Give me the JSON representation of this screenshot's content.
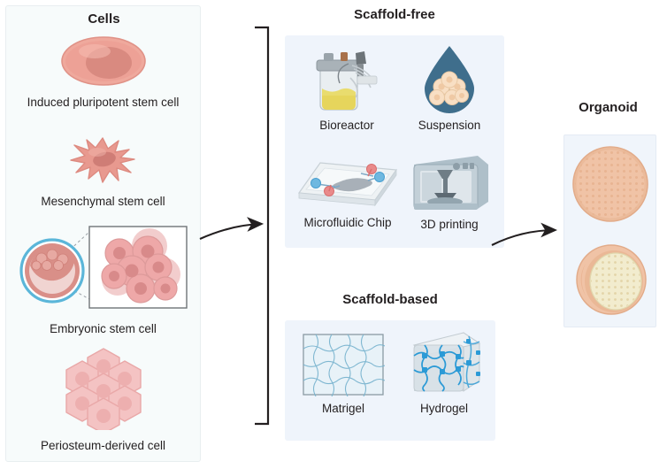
{
  "figure": {
    "type": "workflow-diagram",
    "background": "#ffffff",
    "accents": {
      "panel_bg_blue": "#eff4fb",
      "panel_bg_mint": "#f7fbfb",
      "cell_pink": "#e9a0a0",
      "cell_pink_dark": "#d98a8a",
      "organoid_peach": "#eec0a4",
      "droplet_blue": "#3f6e8c",
      "hydrogel_blue": "#2b9ad6",
      "arrow_black": "#231f20"
    }
  },
  "cells": {
    "title": "Cells",
    "items": [
      {
        "label": "Induced pluripotent stem cell",
        "icon": "oval-cell-icon"
      },
      {
        "label": "Mesenchymal stem cell",
        "icon": "star-shaped-cell-icon"
      },
      {
        "label": "Embryonic stem cell",
        "icon": "blastocyst-with-inset-icon"
      },
      {
        "label": "Periosteum-derived cell",
        "icon": "hexagonal-cell-cluster-icon"
      }
    ]
  },
  "scaffold_free": {
    "title": "Scaffold-free",
    "items": [
      {
        "label": "Bioreactor",
        "icon": "bioreactor-icon"
      },
      {
        "label": "Suspension",
        "icon": "droplet-icon"
      },
      {
        "label": "Microfluidic Chip",
        "icon": "microfluidic-chip-icon"
      },
      {
        "label": "3D printing",
        "icon": "3d-printer-icon"
      }
    ]
  },
  "scaffold_based": {
    "title": "Scaffold-based",
    "items": [
      {
        "label": "Matrigel",
        "icon": "matrigel-mesh-icon"
      },
      {
        "label": "Hydrogel",
        "icon": "hydrogel-cube-icon"
      }
    ]
  },
  "organoid": {
    "title": "Organoid",
    "items": [
      {
        "label": "",
        "icon": "organoid-sphere-icon"
      },
      {
        "label": "",
        "icon": "organoid-cross-section-icon"
      }
    ]
  },
  "connectors": {
    "cells_to_methods": "curved-arrow-right",
    "methods_bracket": "left-brace-bracket",
    "methods_to_organoid": "curved-arrow-right"
  }
}
